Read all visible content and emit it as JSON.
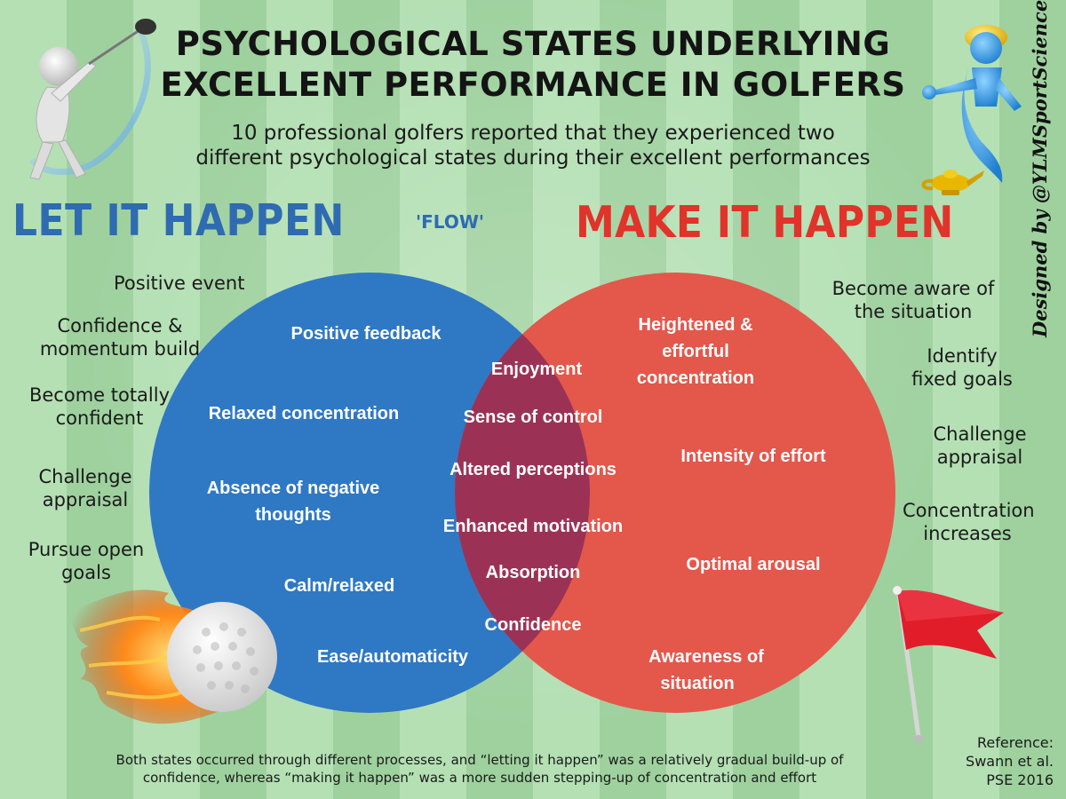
{
  "title": {
    "line1": "PSYCHOLOGICAL STATES UNDERLYING",
    "line2": "EXCELLENT PERFORMANCE IN GOLFERS"
  },
  "subtitle": {
    "line1": "10 professional golfers reported that they experienced two",
    "line2": "different psychological states during their excellent performances"
  },
  "left_state": {
    "heading": "LET IT HAPPEN",
    "tag": "'FLOW'",
    "color": "#2f78c4",
    "process": [
      "Positive event",
      "Confidence &|momentum build",
      "Become totally|confident",
      "Challenge|appraisal",
      "Pursue open|goals"
    ],
    "features": [
      "Positive feedback",
      "Relaxed concentration",
      "Absence of negative",
      "thoughts",
      "Calm/relaxed",
      "Ease/automaticity"
    ]
  },
  "right_state": {
    "heading": "MAKE IT HAPPEN",
    "color": "#e4574b",
    "process": [
      "Become aware of",
      "the situation",
      "Identify",
      "fixed goals",
      "Challenge",
      "appraisal",
      "Concentration",
      "increases"
    ],
    "features": [
      "Heightened &",
      "effortful",
      "concentration",
      "Intensity of effort",
      "Optimal arousal",
      "Awareness of",
      "situation"
    ]
  },
  "shared_features": [
    "Enjoyment",
    "Sense of control",
    "Altered perceptions",
    "Enhanced motivation",
    "Absorption",
    "Confidence"
  ],
  "overlap_color": "#9b3256",
  "designer": "Designed by @YLMSportScience",
  "footer": {
    "line1": "Both states occurred through different processes, and “letting it happen” was a relatively gradual build-up of",
    "line2": "confidence, whereas “making it happen” was a more sudden stepping-up of concentration and effort"
  },
  "reference": {
    "line1": "Reference:",
    "line2": "Swann et al.",
    "line3": "PSE 2016"
  },
  "icons": {
    "golfer": "golfer-figure-icon",
    "genie": "genie-figure-icon",
    "lamp": "magic-lamp-icon",
    "ball": "flaming-golf-ball-icon",
    "flag": "red-golf-flag-icon"
  }
}
